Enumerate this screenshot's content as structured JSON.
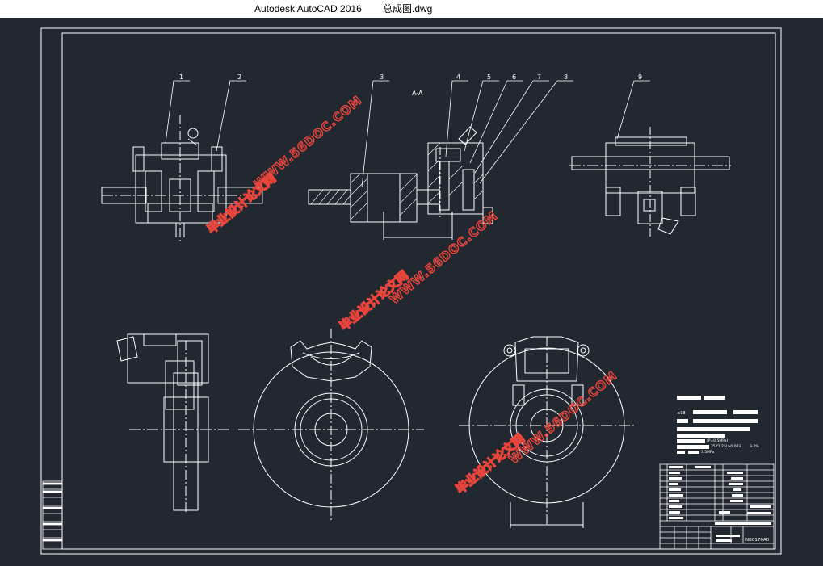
{
  "window": {
    "app_title": "Autodesk AutoCAD 2016",
    "file_name": "总成图.dwg"
  },
  "drawing": {
    "section_label": "A-A",
    "balloons": [
      "1",
      "2",
      "3",
      "4",
      "5",
      "6",
      "7",
      "8",
      "9"
    ],
    "title_block_code": "NB0176A0",
    "tech_notes": {
      "n1": "≤18",
      "n2": "(P=0.5MPa)",
      "n3": "±0.003",
      "n4": "2(0.01)",
      "n5": "0.02(0.1)",
      "n6": "35 f1.25(≥0.003",
      "n7": "3.5MPa",
      "n8": "3-2%"
    }
  },
  "watermark": {
    "site": "WWW.56DOC.COM",
    "cn": "毕业设计论文网"
  },
  "colors": {
    "background": "#212830",
    "lines": "#ffffff",
    "watermark": "#e8453c",
    "titlebar": "#ffffff"
  }
}
